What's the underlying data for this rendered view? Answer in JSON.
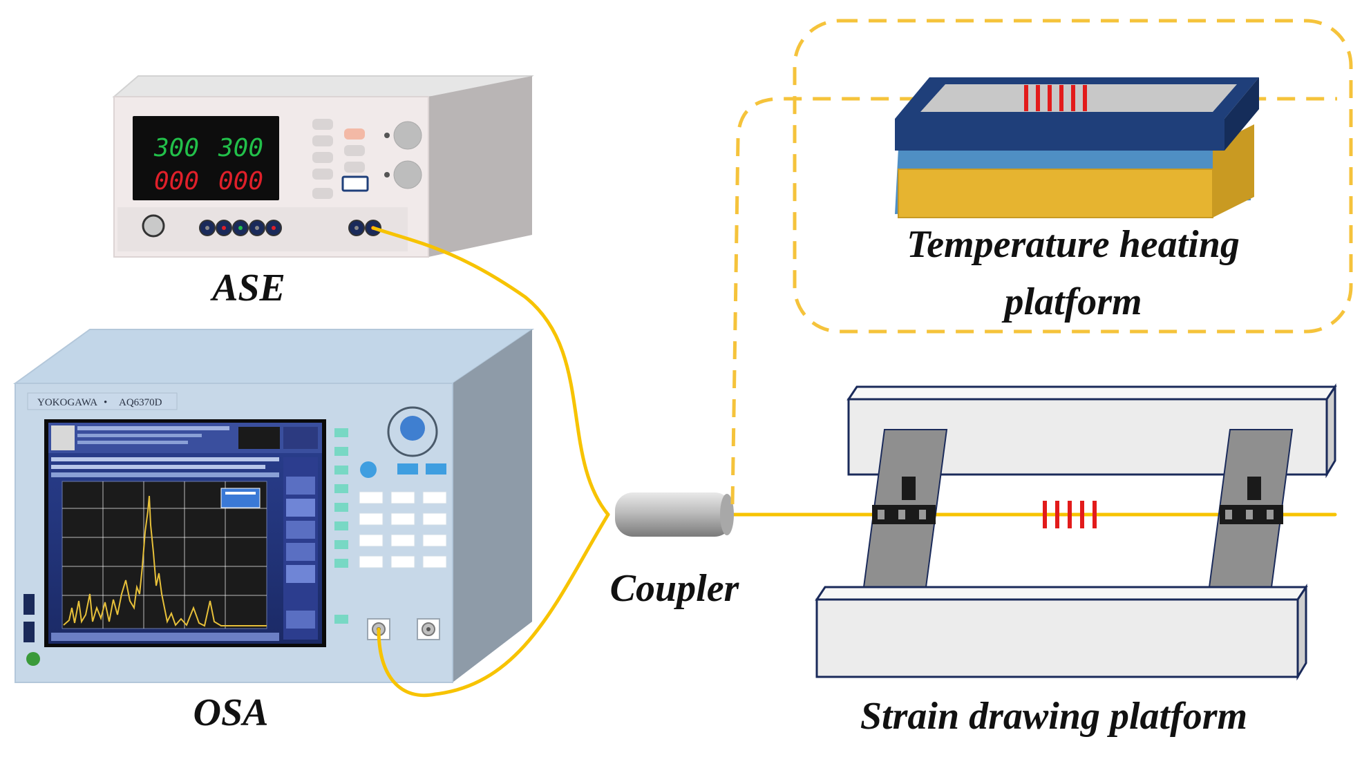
{
  "labels": {
    "ase": "ASE",
    "osa": "OSA",
    "coupler": "Coupler",
    "temperature_line1": "Temperature heating",
    "temperature_line2": "platform",
    "strain": "Strain drawing platform"
  },
  "ase_display": {
    "top_left": "300",
    "top_right": "300",
    "bottom_left": "000",
    "bottom_right": "000"
  },
  "osa_device": {
    "brand": "YOKOGAWA",
    "model": "AQ6370D"
  },
  "colors": {
    "fiber": "#f7c300",
    "dashed_box": "#f5c33b",
    "grating": "#e21b1b",
    "seg_green": "#22c04a",
    "seg_red": "#e0202a",
    "heater_top": "#1f3f7a",
    "heater_base": "#e6b430",
    "strain_block": "#ececec",
    "clamp": "#8f8f8f"
  }
}
